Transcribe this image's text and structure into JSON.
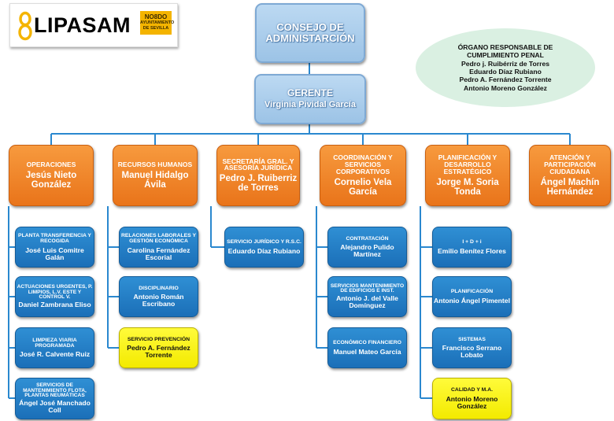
{
  "logo": {
    "name": "LIPASAM",
    "badge_mark": "NO8DO",
    "badge_text": "AYUNTAMIENTO DE SEVILLA"
  },
  "top": {
    "consejo": "CONSEJO DE ADMINISTARCIÓN",
    "gerente_label": "GERENTE",
    "gerente_name": "Virginia Pividal García"
  },
  "compliance": {
    "title1": "ÓRGANO RESPONSABLE DE",
    "title2": "CUMPLIMIENTO PENAL",
    "members": [
      "Pedro j. Ruibérriz de Torres",
      "Eduardo Díaz Rubiano",
      "Pedro A. Fernández Torrente",
      "Antonio Moreno González"
    ]
  },
  "departments": [
    {
      "label": "OPERACIONES",
      "name": "Jesús Nieto González",
      "units": [
        {
          "label": "PLANTA TRANSFERENCIA Y RECOGIDA",
          "name": "José Luis Comitre Galán"
        },
        {
          "label": "ACTUACIONES URGENTES, P. LIMPIOS, L.V. ESTE Y CONTROL V.",
          "name": "Daniel Zambrana Eliso"
        },
        {
          "label": "LIMPIEZA VIARIA PROGRAMADA",
          "name": "José R. Calvente Ruiz"
        },
        {
          "label": "SERVICIOS DE MANTENIMIENTO FLOTA, PLANTAS NEUMÁTICAS",
          "name": "Ángel José Manchado Coll"
        }
      ]
    },
    {
      "label": "RECURSOS HUMANOS",
      "name": "Manuel Hidalgo Ávila",
      "units": [
        {
          "label": "RELACIONES LABORALES Y GESTIÓN ECONÓMICA",
          "name": "Carolina Fernández Escorial"
        },
        {
          "label": "DISCIPLINARIO",
          "name": "Antonio Román Escribano"
        },
        {
          "label": "SERVICIO PREVENCIÓN",
          "name": "Pedro A. Fernández Torrente",
          "highlight": true
        }
      ]
    },
    {
      "label": "SECRETARÍA GRAL. Y ASESORÍA JURÍDICA",
      "name": "Pedro J. Ruiberriz de Torres",
      "units": [
        {
          "label": "SERVICIO JURÍDICO Y R.S.C.",
          "name": "Eduardo Díaz Rubiano"
        }
      ]
    },
    {
      "label": "COORDINACIÓN Y SERVICIOS CORPORATIVOS",
      "name": "Cornelio Vela García",
      "units": [
        {
          "label": "CONTRATACIÓN",
          "name": "Alejandro Pulido Martínez"
        },
        {
          "label": "SERVICIOS MANTENIMIENTO DE EDIFICIOS E INST.",
          "name": "Antonio J. del Valle Domínguez"
        },
        {
          "label": "ECONÓMICO FINANCIERO",
          "name": "Manuel Mateo García"
        }
      ]
    },
    {
      "label": "PLANIFICACIÓN Y DESARROLLO ESTRATÉGICO",
      "name": "Jorge M. Soria Tonda",
      "units": [
        {
          "label": "I + D + i",
          "name": "Emilio Benítez Flores"
        },
        {
          "label": "PLANIFICACIÓN",
          "name": "Antonio Ángel Pimentel"
        },
        {
          "label": "SISTEMAS",
          "name": "Francisco Serrano Lobato"
        },
        {
          "label": "CALIDAD Y M.A.",
          "name": "Antonio Moreno González",
          "highlight": true
        }
      ]
    },
    {
      "label": "ATENCIÓN Y PARTICIPACIÓN CIUDADANA",
      "name": "Ángel Machín Hernández",
      "units": []
    }
  ],
  "colors": {
    "top_box": "#9cc3e6",
    "department": "#e9741a",
    "unit": "#1b6fb8",
    "highlight": "#f3ea00",
    "compliance_oval": "#daf0e2",
    "connector": "#2a88cf"
  }
}
